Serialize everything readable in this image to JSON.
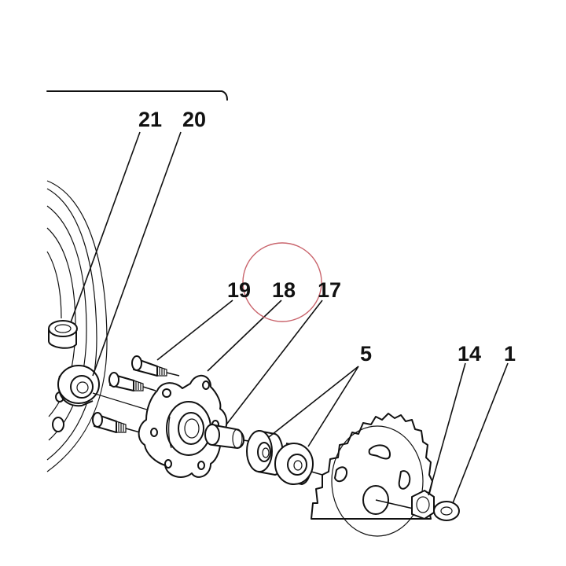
{
  "labels": {
    "l21": "21",
    "l20": "20",
    "l19": "19",
    "l18": "18",
    "l17": "17",
    "l5": "5",
    "l14": "14",
    "l1": "1"
  },
  "colors": {
    "ink": "#111111",
    "highlight_circle": "#c9646c",
    "background": "#ffffff"
  }
}
